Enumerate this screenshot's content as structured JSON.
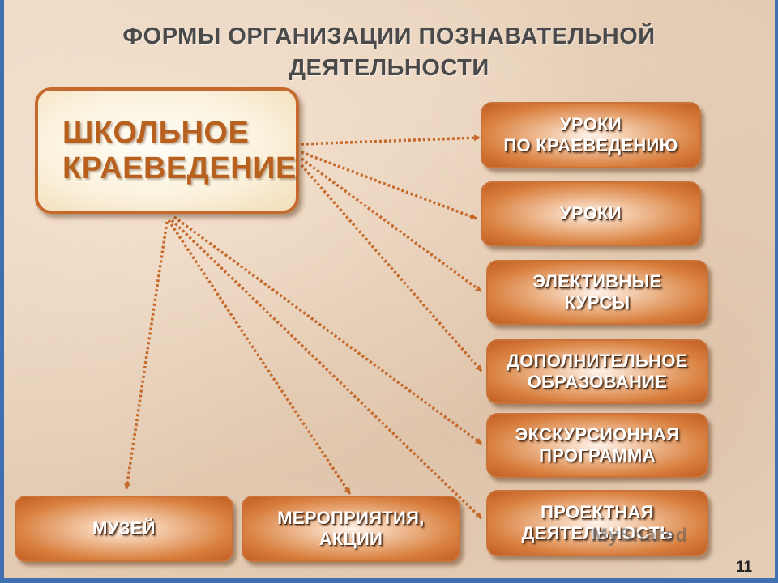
{
  "title": {
    "line1": "ФОРМЫ ОРГАНИЗАЦИИ ПОЗНАВАТЕЛЬНОЙ",
    "line2": "ДЕЯТЕЛЬНОСТИ"
  },
  "main": {
    "line1": "ШКОЛЬНОЕ",
    "line2": "КРАЕВЕДЕНИЕ"
  },
  "right_boxes": [
    {
      "line1": "УРОКИ",
      "line2": "ПО КРАЕВЕДЕНИЮ"
    },
    {
      "line1": "УРОКИ",
      "line2": ""
    },
    {
      "line1": "ЭЛЕКТИВНЫЕ",
      "line2": "КУРСЫ"
    },
    {
      "line1": "ДОПОЛНИТЕЛЬНОЕ",
      "line2": "ОБРАЗОВАНИЕ"
    },
    {
      "line1": "ЭКСКУРСИОННАЯ",
      "line2": "ПРОГРАММА"
    },
    {
      "line1": "ПРОЕКТНАЯ",
      "line2": "ДЕЯТЕЛЬНОСТЬ"
    }
  ],
  "bottom_boxes": [
    {
      "line1": "МУЗЕЙ",
      "line2": ""
    },
    {
      "line1": "МЕРОПРИЯТИЯ,",
      "line2": "АКЦИИ"
    }
  ],
  "page_number": "11",
  "watermark": "MyShared",
  "colors": {
    "arrow": "#c56a2c",
    "box_border": "#c56a2c",
    "main_text": "#b8611f",
    "frame": "#3f6fb0"
  }
}
